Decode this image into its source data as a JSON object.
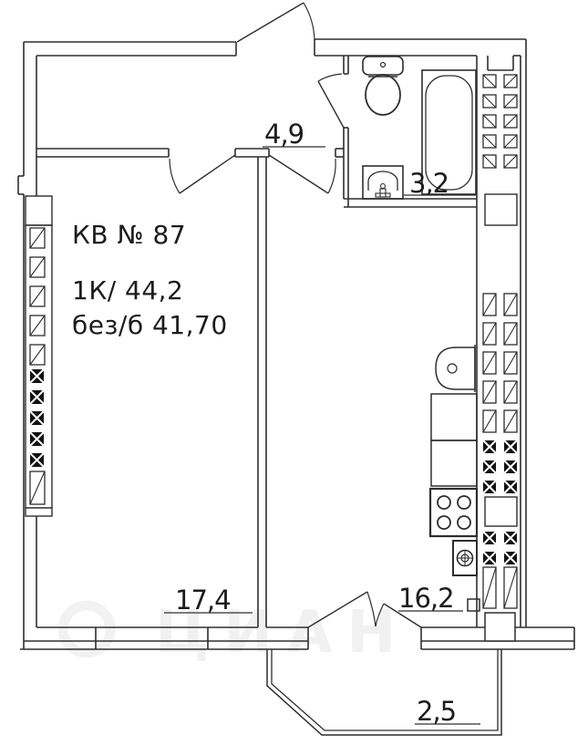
{
  "plan": {
    "title_labels": {
      "apartment": "КВ № 87",
      "unit": "1К/ 44,2",
      "secondary": "без/б 41,70"
    },
    "rooms": [
      {
        "id": "hallway",
        "area": "4,9"
      },
      {
        "id": "bathroom",
        "area": "3,2"
      },
      {
        "id": "living-room",
        "area": "17,4"
      },
      {
        "id": "kitchen-living",
        "area": "16,2"
      },
      {
        "id": "balcony",
        "area": "2,5"
      }
    ],
    "watermark": "ЦИАН",
    "colors": {
      "line": "#2e2e2e",
      "text": "#1c1c1c",
      "background": "#ffffff"
    }
  }
}
